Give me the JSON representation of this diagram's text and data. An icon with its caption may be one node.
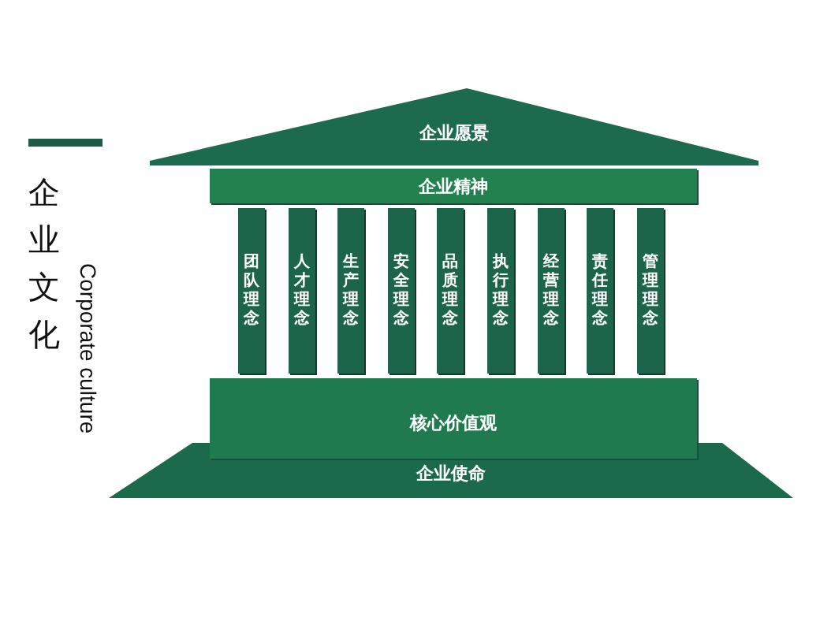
{
  "diagram": {
    "title": "企业文化",
    "nodes": [
      {
        "text": [
          "企业愿景"
        ]
      },
      {
        "text": [
          "企业精神"
        ]
      },
      {
        "text": [
          "团队理念"
        ]
      },
      {
        "text": [
          "人才理念"
        ]
      },
      {
        "text": [
          "生产理念"
        ]
      },
      {
        "text": [
          "安全理念"
        ]
      },
      {
        "text": [
          "品质理念"
        ]
      },
      {
        "text": [
          "执行理念"
        ]
      },
      {
        "text": [
          "经营理念"
        ]
      },
      {
        "text": [
          "责任理念"
        ]
      },
      {
        "text": [
          "管理理念"
        ]
      },
      {
        "text": [
          "核心价值观"
        ]
      },
      {
        "text": [
          "企业使命"
        ]
      }
    ],
    "labels": [
      "Corporate culture"
    ]
  }
}
